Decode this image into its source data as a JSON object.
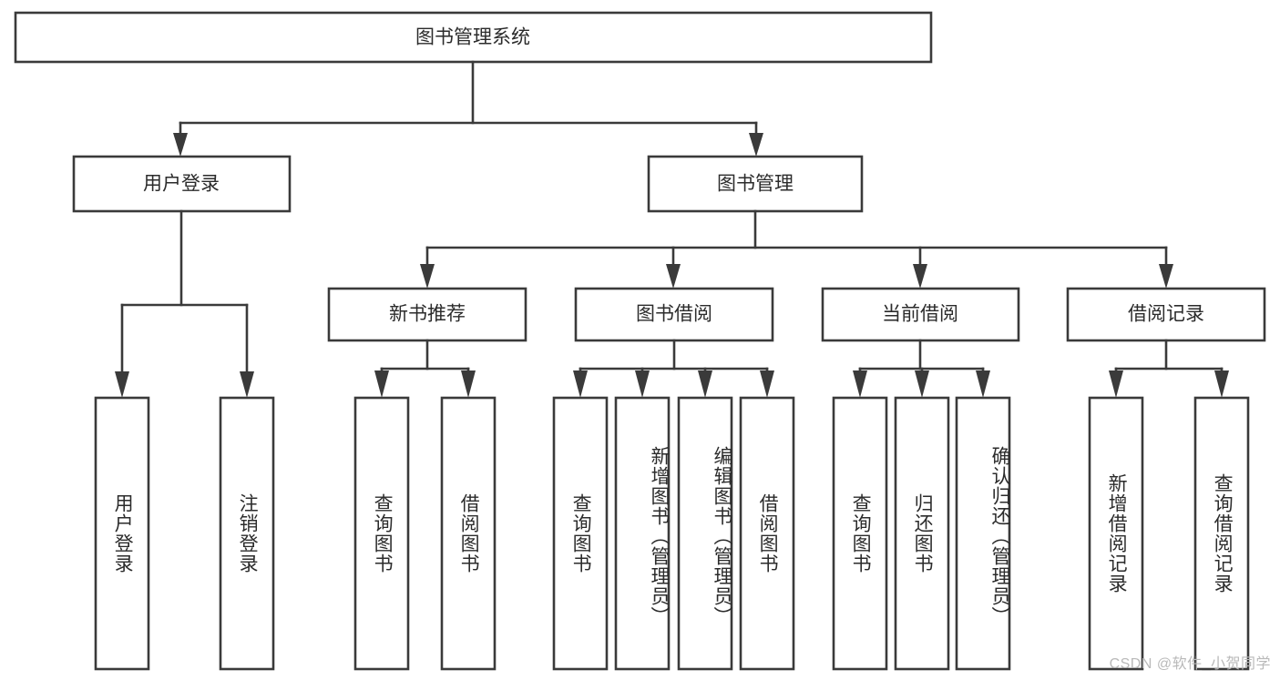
{
  "diagram": {
    "title": "图书管理系统",
    "type": "hierarchy-tree",
    "watermark": "CSDN @软件_小贺同学",
    "colors": {
      "stroke": "#3a3a3a",
      "text": "#2b2b2b",
      "background": "#ffffff",
      "watermark": "#b9b9b9"
    },
    "root": {
      "label": "图书管理系统"
    },
    "level2": [
      {
        "label": "用户登录"
      },
      {
        "label": "图书管理"
      }
    ],
    "level3": [
      {
        "label": "新书推荐"
      },
      {
        "label": "图书借阅"
      },
      {
        "label": "当前借阅"
      },
      {
        "label": "借阅记录"
      }
    ],
    "leaves": {
      "user_login": [
        {
          "label": "用户登录"
        },
        {
          "label": "注销登录"
        }
      ],
      "new_book_recommend": [
        {
          "label": "查询图书"
        },
        {
          "label": "借阅图书"
        }
      ],
      "book_borrow": [
        {
          "label": "查询图书"
        },
        {
          "label": "新增图书（管理员）"
        },
        {
          "label": "编辑图书（管理员）"
        },
        {
          "label": "借阅图书"
        }
      ],
      "current_borrow": [
        {
          "label": "查询图书"
        },
        {
          "label": "归还图书"
        },
        {
          "label": "确认归还（管理员）"
        }
      ],
      "borrow_records": [
        {
          "label": "新增借阅记录"
        },
        {
          "label": "查询借阅记录"
        }
      ]
    }
  }
}
